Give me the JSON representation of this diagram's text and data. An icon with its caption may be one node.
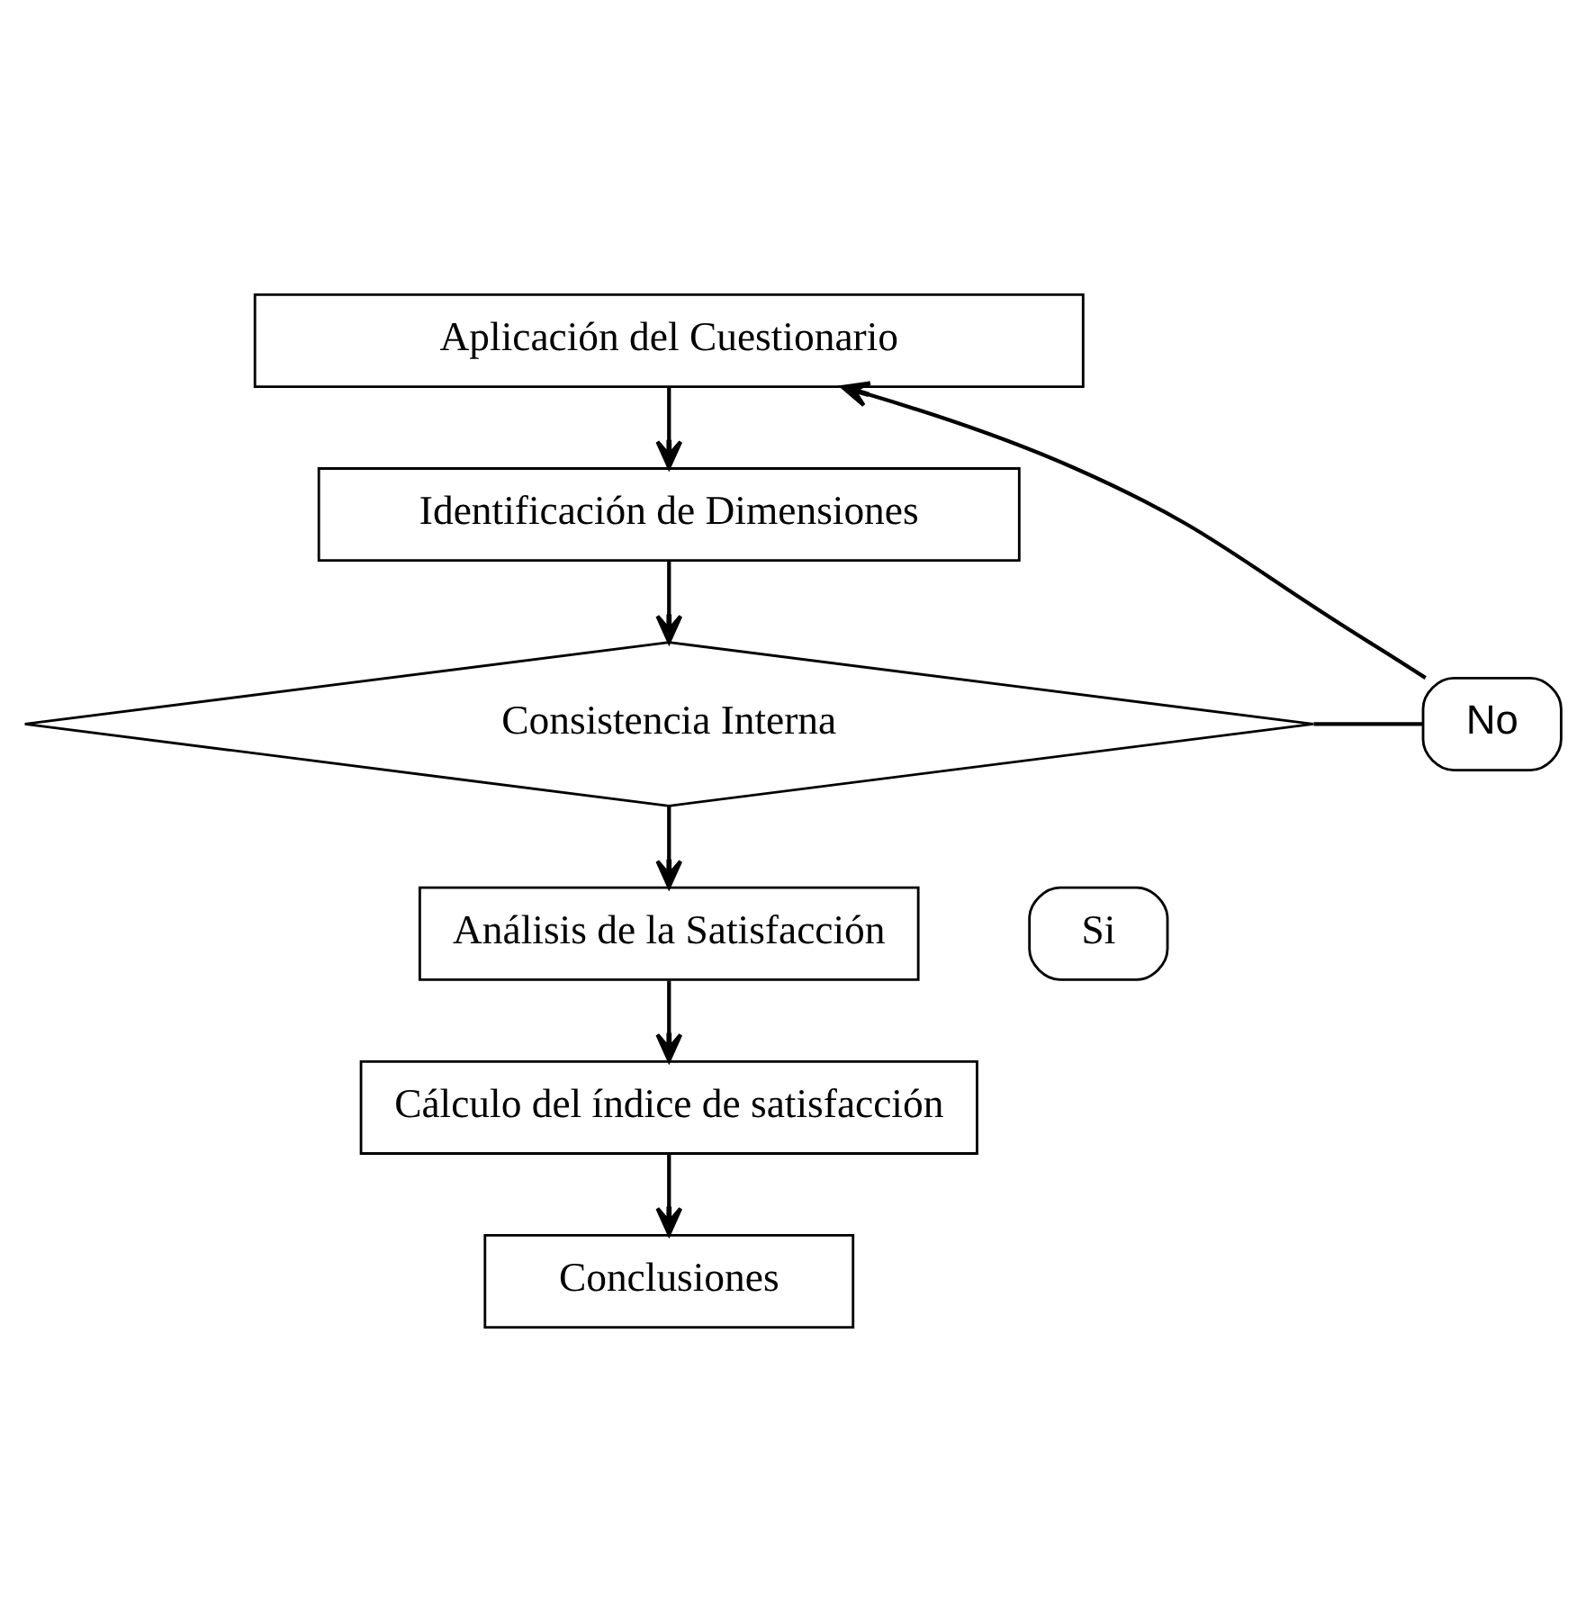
{
  "diagram": {
    "nodes": [
      {
        "text": [
          "Aplicación del Cuestionario"
        ]
      },
      {
        "text": [
          "Identificación de Dimensiones"
        ]
      },
      {
        "text": [
          "Consistencia Interna"
        ]
      },
      {
        "text": [
          "No"
        ]
      },
      {
        "text": [
          "Si"
        ]
      },
      {
        "text": [
          "Análisis de la Satisfacción"
        ]
      },
      {
        "text": [
          "Cálculo del índice de satisfacción"
        ]
      },
      {
        "text": [
          "Conclusiones"
        ]
      }
    ],
    "edges": [
      {
        "from": 0,
        "to": 1,
        "arrow": "to"
      },
      {
        "from": 1,
        "to": 2,
        "arrow": "to"
      },
      {
        "from": 2,
        "to": 3,
        "arrow": "none"
      },
      {
        "from": 3,
        "to": 0,
        "arrow": "to"
      },
      {
        "from": 2,
        "to": 5,
        "arrow": "to"
      },
      {
        "from": 5,
        "to": 6,
        "arrow": "to"
      },
      {
        "from": 6,
        "to": 7,
        "arrow": "to"
      }
    ]
  }
}
